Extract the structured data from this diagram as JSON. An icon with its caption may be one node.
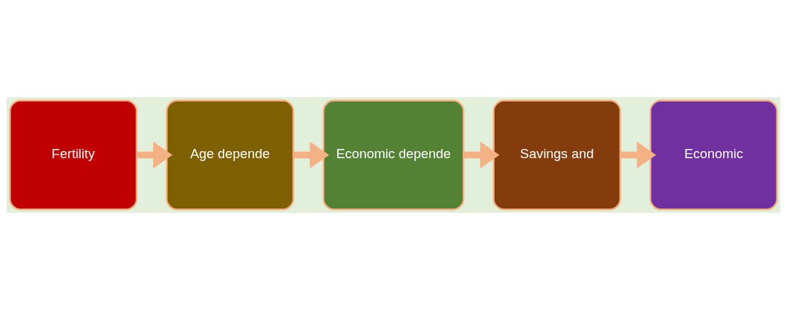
{
  "diagram": {
    "nodes": [
      {
        "text": [
          "Fertility"
        ]
      },
      {
        "text": [
          "Age depende"
        ]
      },
      {
        "text": [
          "Economic depende"
        ]
      },
      {
        "text": [
          "Savings and"
        ]
      },
      {
        "text": [
          "Economic"
        ]
      }
    ],
    "edges": [
      {
        "from": 0,
        "to": 1,
        "arrow": "to"
      },
      {
        "from": 1,
        "to": 2,
        "arrow": "to"
      },
      {
        "from": 2,
        "to": 3,
        "arrow": "to"
      },
      {
        "from": 3,
        "to": 4,
        "arrow": "to"
      }
    ]
  }
}
